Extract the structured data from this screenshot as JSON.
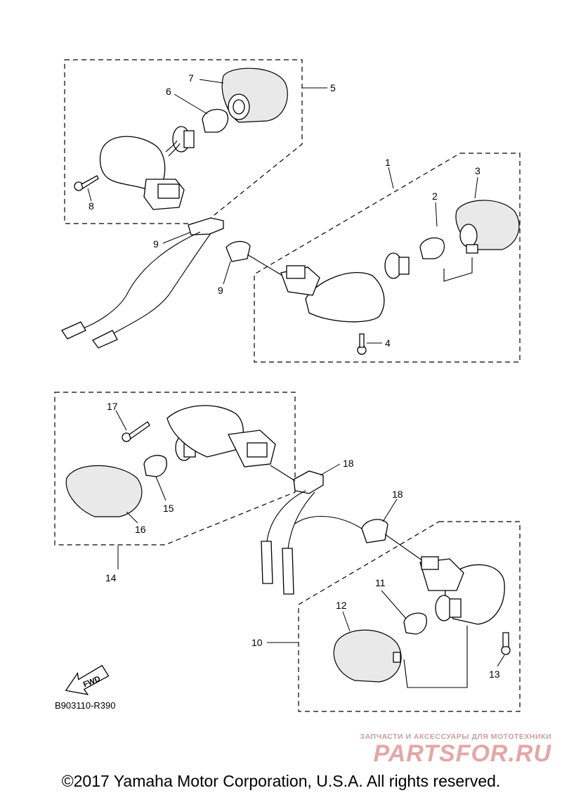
{
  "callouts": {
    "n1": "1",
    "n2": "2",
    "n3": "3",
    "n4": "4",
    "n5": "5",
    "n6": "6",
    "n7": "7",
    "n8": "8",
    "n9a": "9",
    "n9b": "9",
    "n10": "10",
    "n11": "11",
    "n12": "12",
    "n13": "13",
    "n14": "14",
    "n15": "15",
    "n16": "16",
    "n17": "17",
    "n18a": "18",
    "n18b": "18"
  },
  "fwd_label": "FWD",
  "diagram_code": "B903110-R390",
  "watermark": {
    "top": "ЗАПЧАСТИ И АКСЕССУАРЫ ДЛЯ МОТОТЕХНИКИ",
    "main": "PARTSFOR.RU"
  },
  "footer": "©2017 Yamaha Motor Corporation, U.S.A. All rights reserved."
}
